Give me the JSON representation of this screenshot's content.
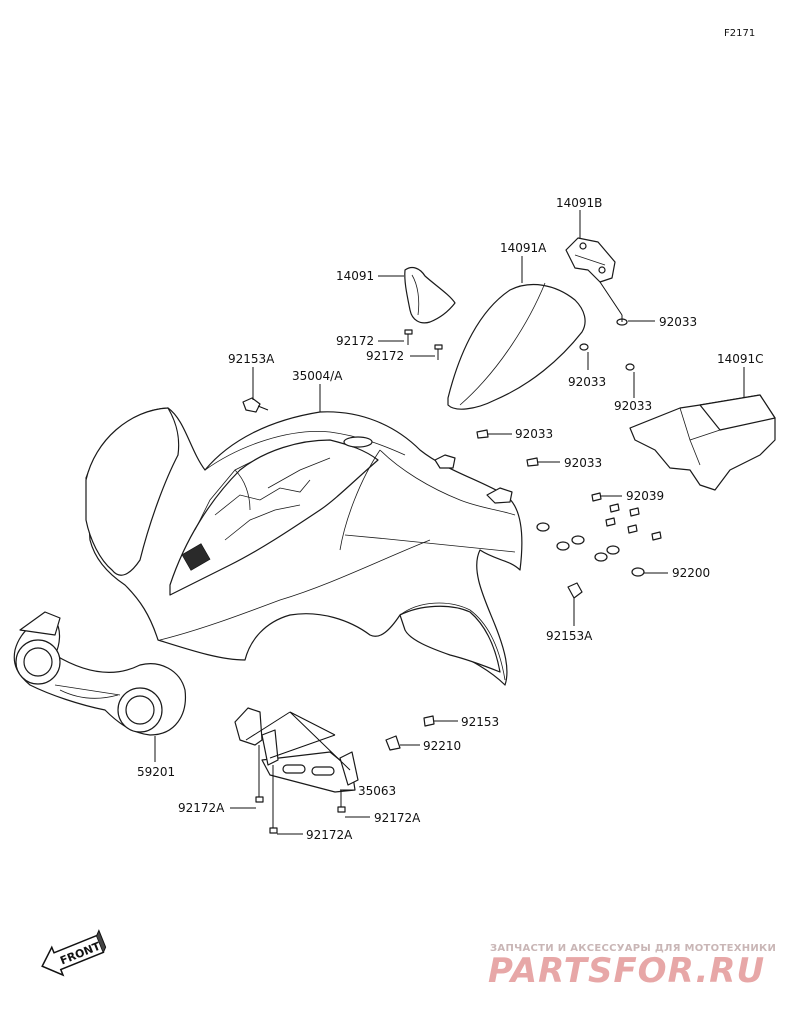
{
  "diagram": {
    "ref_code": "F2171",
    "labels": [
      {
        "id": "p14091B",
        "text": "14091B"
      },
      {
        "id": "p14091A",
        "text": "14091A"
      },
      {
        "id": "p14091",
        "text": "14091"
      },
      {
        "id": "p92172_a",
        "text": "92172"
      },
      {
        "id": "p92172_b",
        "text": "92172"
      },
      {
        "id": "p92033_a",
        "text": "92033"
      },
      {
        "id": "p92033_b",
        "text": "92033"
      },
      {
        "id": "p92033_c",
        "text": "92033"
      },
      {
        "id": "p92033_d",
        "text": "92033"
      },
      {
        "id": "p92033_e",
        "text": "92033"
      },
      {
        "id": "p14091C",
        "text": "14091C"
      },
      {
        "id": "p92153A_a",
        "text": "92153A"
      },
      {
        "id": "p35004A",
        "text": "35004/A"
      },
      {
        "id": "p92039",
        "text": "92039"
      },
      {
        "id": "p92200",
        "text": "92200"
      },
      {
        "id": "p92153A_b",
        "text": "92153A"
      },
      {
        "id": "p92153",
        "text": "92153"
      },
      {
        "id": "p92210",
        "text": "92210"
      },
      {
        "id": "p59201",
        "text": "59201"
      },
      {
        "id": "p35063",
        "text": "35063"
      },
      {
        "id": "p92172A_a",
        "text": "92172A"
      },
      {
        "id": "p92172A_b",
        "text": "92172A"
      },
      {
        "id": "p92172A_c",
        "text": "92172A"
      }
    ],
    "front_arrow": "FRONT"
  },
  "watermark": {
    "tagline": "ЗАПЧАСТИ И АКСЕССУАРЫ ДЛЯ МОТОТЕХНИКИ",
    "brand": "PARTSFOR.RU",
    "color_tagline": "#c9b6b6",
    "color_brand": "#e7a7a7"
  }
}
